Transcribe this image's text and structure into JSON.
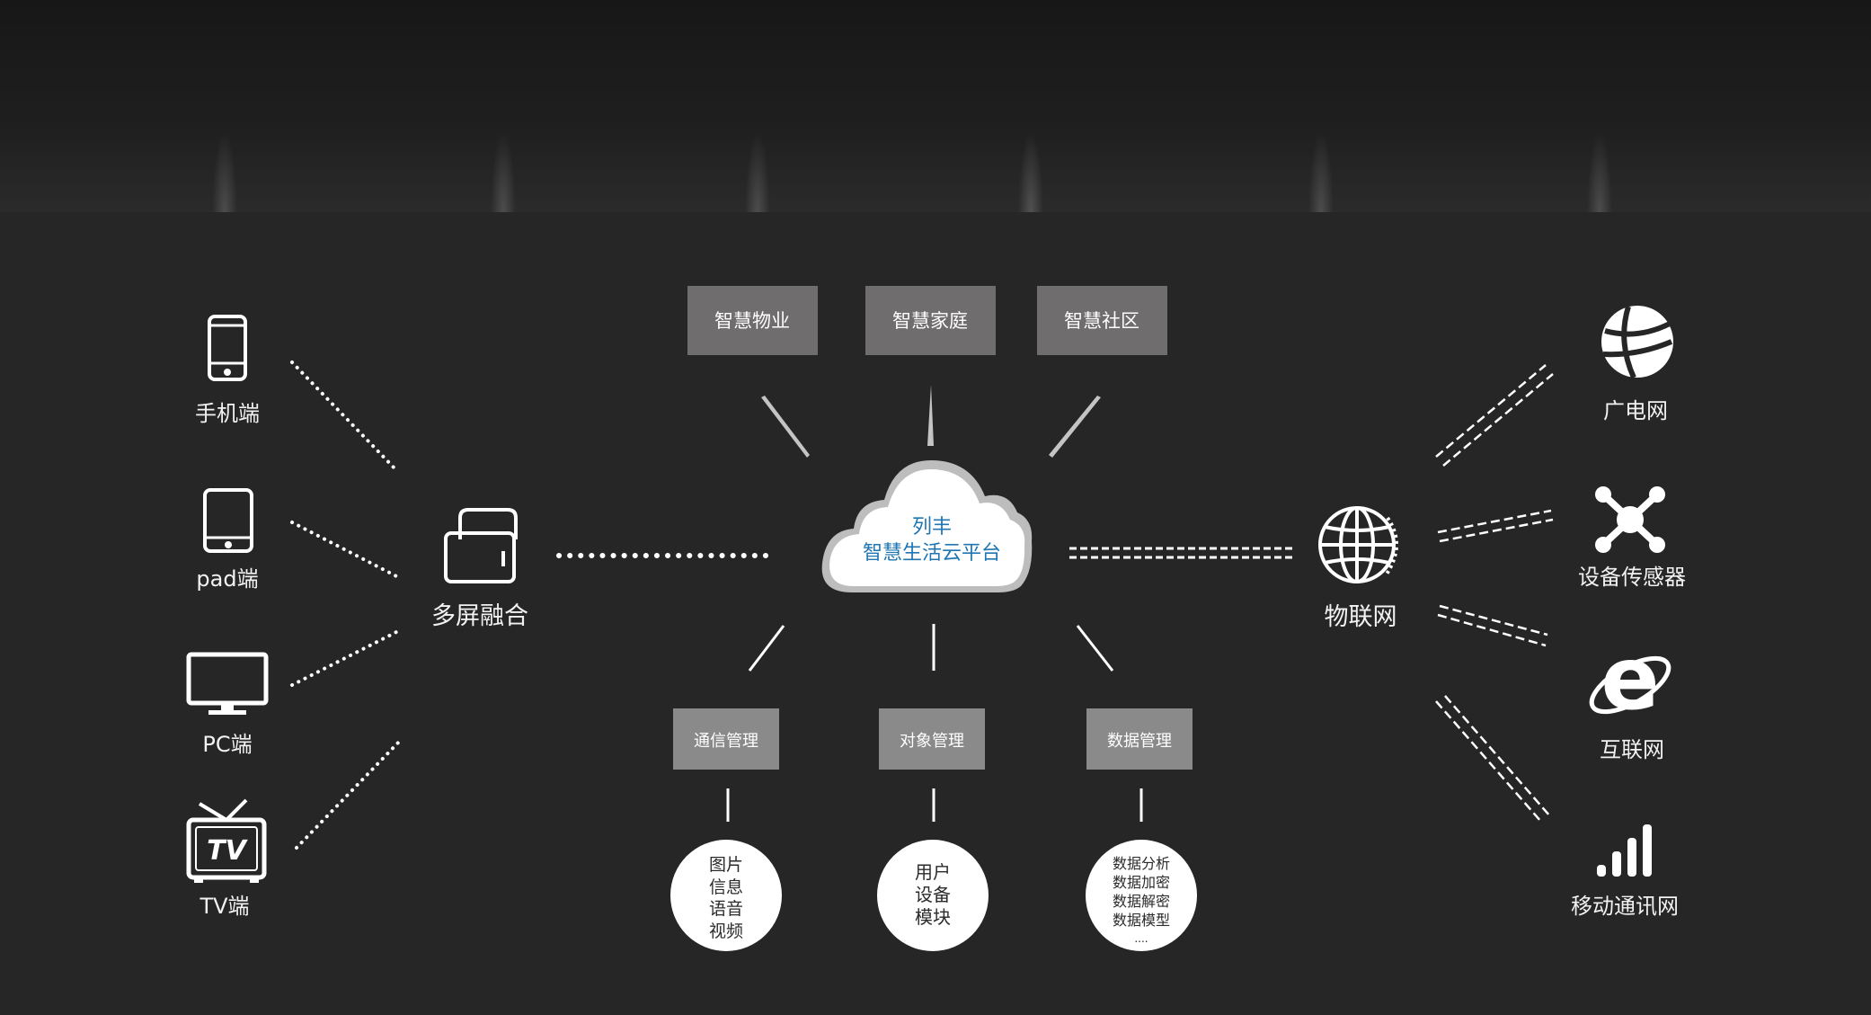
{
  "devices": [
    {
      "label": "手机端",
      "icon": "smartphone-icon"
    },
    {
      "label": "pad端",
      "icon": "tablet-icon"
    },
    {
      "label": "PC端",
      "icon": "monitor-icon"
    },
    {
      "label": "TV端",
      "icon": "tv-icon",
      "icon_text": "TV"
    }
  ],
  "fusion": {
    "label": "多屏融合",
    "icon": "padlock-icon"
  },
  "cloud": {
    "line1": "列丰",
    "line2": "智慧生活云平台",
    "text_color": "#1f76b2"
  },
  "top_boxes": [
    "智慧物业",
    "智慧家庭",
    "智慧社区"
  ],
  "bottom_boxes": [
    "通信管理",
    "对象管理",
    "数据管理"
  ],
  "bottom_circles": [
    {
      "lines": [
        "图片",
        "信息",
        "语音",
        "视频"
      ]
    },
    {
      "lines": [
        "用户",
        "设备",
        "模块"
      ]
    },
    {
      "lines": [
        "数据分析",
        "数据加密",
        "数据解密",
        "数据模型",
        "...."
      ]
    }
  ],
  "iot": {
    "label": "物联网",
    "icon": "globe-icon"
  },
  "networks": [
    {
      "label": "广电网",
      "icon": "satellite-globe-icon"
    },
    {
      "label": "设备传感器",
      "icon": "sensor-network-icon"
    },
    {
      "label": "互联网",
      "icon": "internet-explorer-icon",
      "icon_text": "e"
    },
    {
      "label": "移动通讯网",
      "icon": "signal-bars-icon"
    }
  ],
  "colors": {
    "background": "#262626",
    "top_box": "#6f6d6d",
    "bottom_box": "#8a8a8a",
    "cloud_text": "#1f76b2"
  }
}
